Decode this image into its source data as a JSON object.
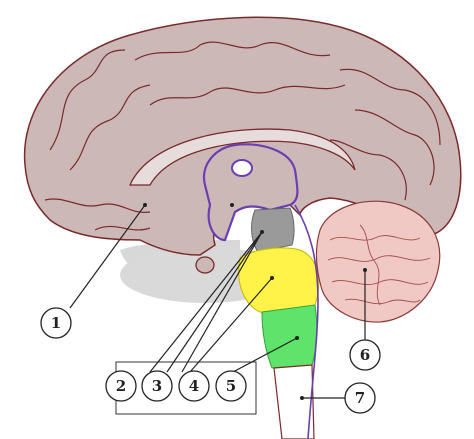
{
  "diagram": {
    "labels": [
      {
        "id": "1",
        "text": "1"
      },
      {
        "id": "2",
        "text": "2"
      },
      {
        "id": "3",
        "text": "3"
      },
      {
        "id": "4",
        "text": "4"
      },
      {
        "id": "5",
        "text": "5"
      },
      {
        "id": "6",
        "text": "6"
      },
      {
        "id": "7",
        "text": "7"
      }
    ],
    "colors": {
      "cortex_fill": "#cdb8b8",
      "outline": "#7a2a2a",
      "background_lobe": "#d8d8d8",
      "cerebellum": "#f0c9c4",
      "region_2_grey": "#9a9a9a",
      "region_4_yellow": "#fff34a",
      "region_5_green": "#5fe36a",
      "ventricle_outline": "#6a3fb0",
      "leader_line": "#222222"
    }
  }
}
